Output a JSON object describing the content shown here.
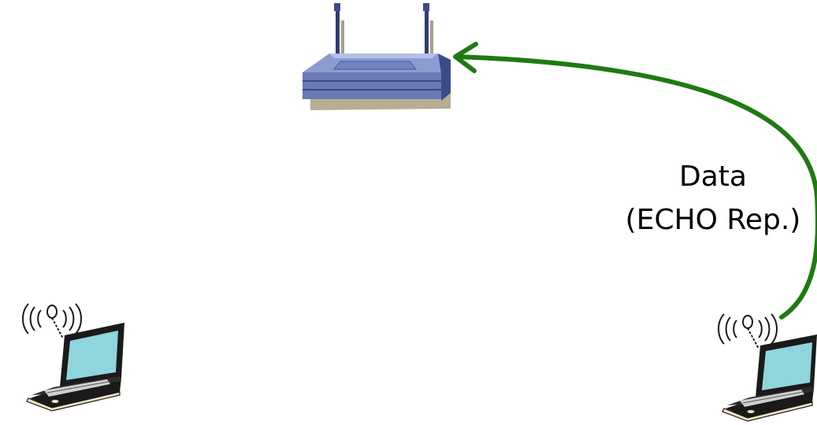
{
  "arrow": {
    "label_line1": "Data",
    "label_line2": "(ECHO Rep.)",
    "color": "#1f7a12"
  },
  "devices": {
    "access_point": "wireless-router",
    "left_station": "wireless-laptop",
    "right_station": "wireless-laptop"
  },
  "colors": {
    "router_body": "#6a7ab5",
    "router_top": "#8c9bd0",
    "router_dark": "#3c4a86",
    "router_shadow": "#b8ac92",
    "laptop_screen": "#8fd6dc",
    "laptop_body": "#1a1a1a",
    "laptop_base": "#f4e6bf"
  }
}
